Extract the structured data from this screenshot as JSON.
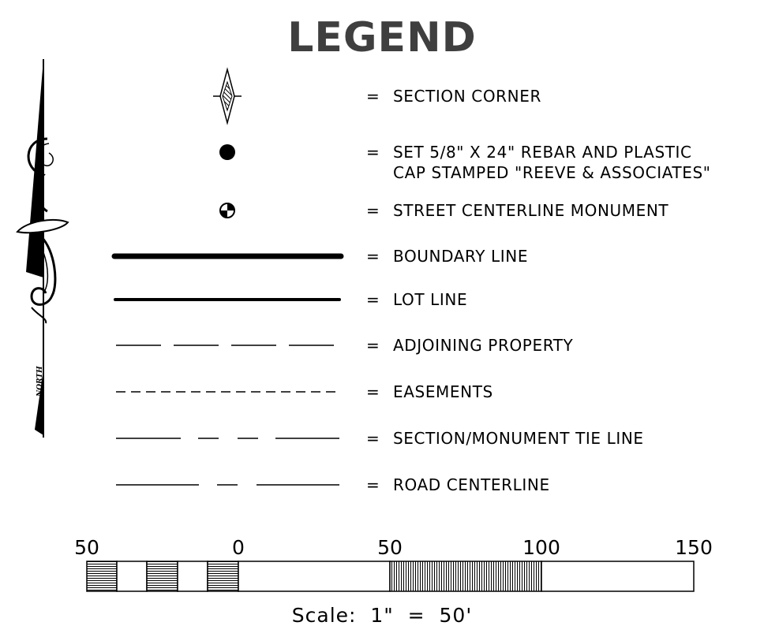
{
  "title": "LEGEND",
  "north_arrow": {
    "label": "NORTH"
  },
  "legend_items": [
    {
      "symbol": "section-corner",
      "eq": "=",
      "text": "SECTION CORNER"
    },
    {
      "symbol": "filled-dot",
      "eq": "=",
      "text": "SET 5/8\" X 24\" REBAR AND PLASTIC",
      "text2": "CAP STAMPED \"REEVE & ASSOCIATES\""
    },
    {
      "symbol": "centerline-monument",
      "eq": "=",
      "text": "STREET CENTERLINE MONUMENT"
    },
    {
      "symbol": "thick-line",
      "eq": "=",
      "text": "BOUNDARY LINE"
    },
    {
      "symbol": "medium-line",
      "eq": "=",
      "text": "LOT LINE"
    },
    {
      "symbol": "long-dash-line",
      "eq": "=",
      "text": "ADJOINING PROPERTY"
    },
    {
      "symbol": "short-dash-line",
      "eq": "=",
      "text": "EASEMENTS"
    },
    {
      "symbol": "dash-dash-line",
      "eq": "=",
      "text": "SECTION/MONUMENT TIE LINE"
    },
    {
      "symbol": "dash-line",
      "eq": "=",
      "text": "ROAD CENTERLINE"
    }
  ],
  "scale_bar": {
    "ticks": [
      "50",
      "0",
      "50",
      "100",
      "150"
    ],
    "caption": "Scale:  1\"  =  50'"
  }
}
